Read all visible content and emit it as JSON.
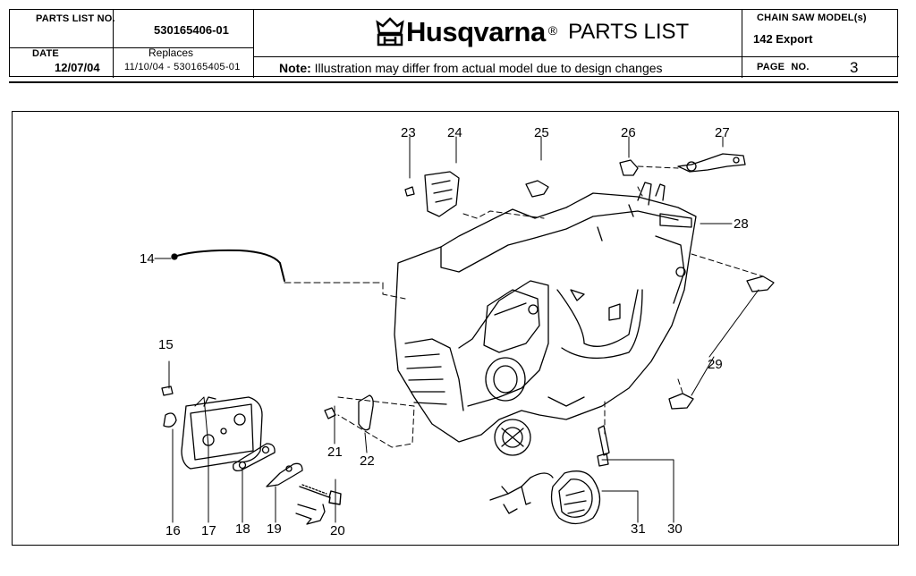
{
  "header": {
    "parts_list_no_label": "PARTS LIST NO.",
    "parts_list_no": "530165406-01",
    "date_label": "DATE",
    "date": "12/07/04",
    "replaces_label": "Replaces",
    "replaces": "11/10/04 - 530165405-01",
    "brand": "Husqvarna",
    "brand_reg": "®",
    "title": "PARTS LIST",
    "note_bold": "Note:",
    "note": "Illustration may differ from actual model due to design changes",
    "model_label": "CHAIN SAW MODEL(s)",
    "model": "142 Export",
    "page_label": "PAGE NO.",
    "page": "3"
  },
  "callouts": [
    "14",
    "15",
    "16",
    "17",
    "18",
    "19",
    "20",
    "21",
    "22",
    "23",
    "24",
    "25",
    "26",
    "27",
    "28",
    "29",
    "29",
    "30",
    "31"
  ]
}
